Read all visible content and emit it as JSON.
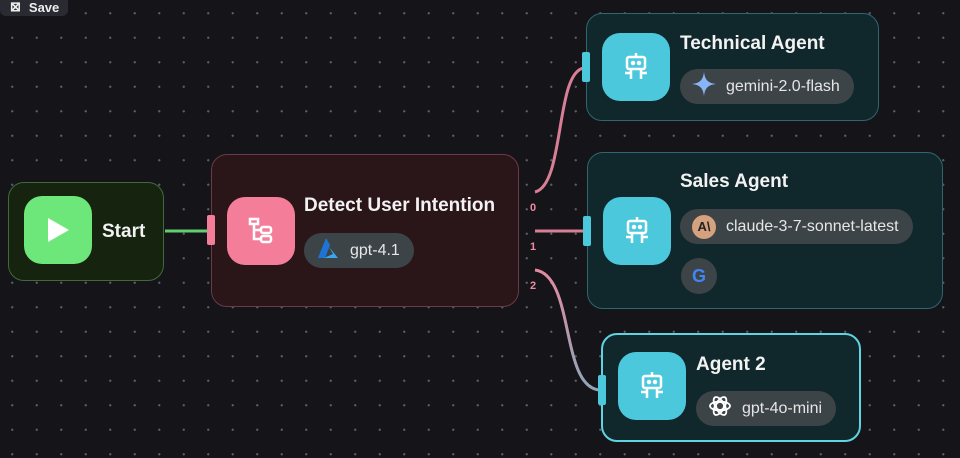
{
  "toolbar": {
    "save_label": "Save"
  },
  "colors": {
    "start": "#6ee77a",
    "router": "#f47e9a",
    "agent": "#4cc8dc"
  },
  "nodes": {
    "start": {
      "title": "Start"
    },
    "router": {
      "title": "Detect User Intention",
      "model": "gpt-4.1",
      "outputs": [
        "0",
        "1",
        "2"
      ]
    },
    "technical": {
      "title": "Technical Agent",
      "model": "gemini-2.0-flash"
    },
    "sales": {
      "title": "Sales Agent",
      "model": "claude-3-7-sonnet-latest"
    },
    "agent2": {
      "title": "Agent 2",
      "model": "gpt-4o-mini"
    }
  }
}
